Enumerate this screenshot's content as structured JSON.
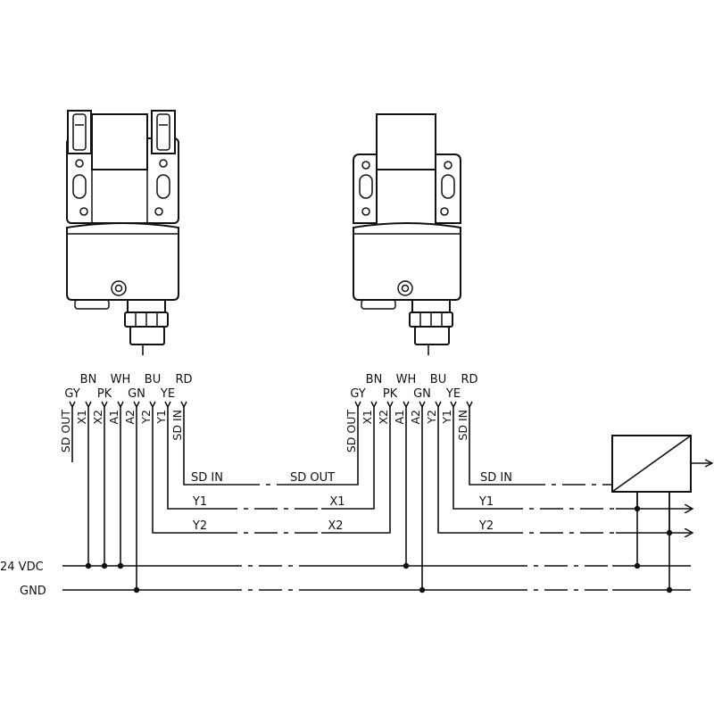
{
  "sensor1": {
    "top_colors": [
      "BN",
      "WH",
      "BU",
      "RD"
    ],
    "bottom_colors": [
      "GY",
      "PK",
      "GN",
      "YE"
    ],
    "pins": [
      "SD OUT",
      "X1",
      "X2",
      "A1",
      "A2",
      "Y2",
      "Y1",
      "SD IN"
    ]
  },
  "sensor2": {
    "top_colors": [
      "BN",
      "WH",
      "BU",
      "RD"
    ],
    "bottom_colors": [
      "GY",
      "PK",
      "GN",
      "YE"
    ],
    "pins": [
      "SD OUT",
      "X1",
      "X2",
      "A1",
      "A2",
      "Y2",
      "Y1",
      "SD IN"
    ]
  },
  "links": {
    "s1_sd_in": "SD IN",
    "s1_y1": "Y1",
    "s1_y2": "Y2",
    "s2_sd_out": "SD OUT",
    "s2_x1": "X1",
    "s2_x2": "X2",
    "s2_sd_in": "SD IN",
    "s2_y1": "Y1",
    "s2_y2": "Y2"
  },
  "rails": {
    "supply": "24 VDC",
    "ground": "GND"
  }
}
